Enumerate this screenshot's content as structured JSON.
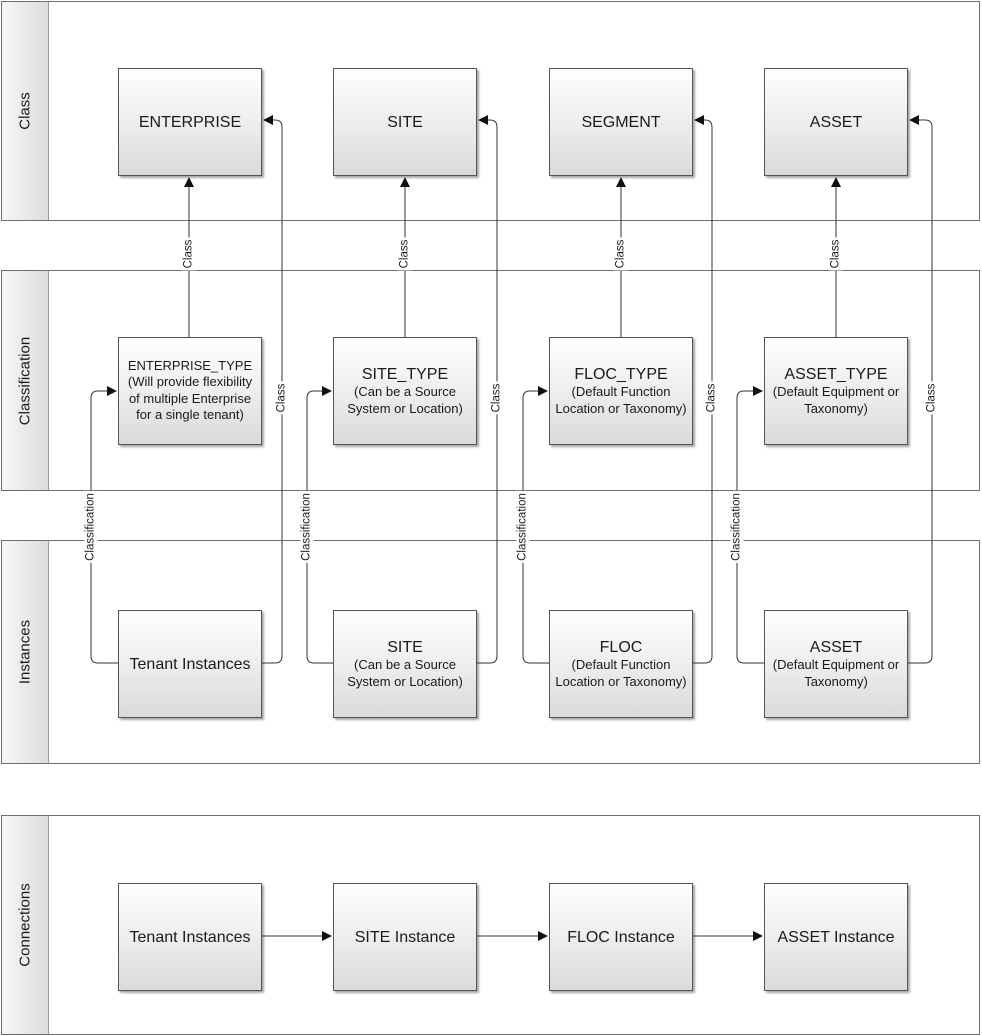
{
  "lanes": {
    "class": "Class",
    "classification": "Classification",
    "instances": "Instances",
    "connections": "Connections"
  },
  "class_boxes": [
    {
      "title": "ENTERPRISE"
    },
    {
      "title": "SITE"
    },
    {
      "title": "SEGMENT"
    },
    {
      "title": "ASSET"
    }
  ],
  "classification_boxes": [
    {
      "title": "ENTERPRISE_TYPE",
      "sub": "(Will provide flexibility of multiple Enterprise for a single tenant)"
    },
    {
      "title": "SITE_TYPE",
      "sub": "(Can be a Source System or Location)"
    },
    {
      "title": "FLOC_TYPE",
      "sub": "(Default Function Location or Taxonomy)"
    },
    {
      "title": "ASSET_TYPE",
      "sub": "(Default Equipment or Taxonomy)"
    }
  ],
  "instance_boxes": [
    {
      "title": "Tenant Instances",
      "sub": ""
    },
    {
      "title": "SITE",
      "sub": "(Can be a Source System or Location)"
    },
    {
      "title": "FLOC",
      "sub": "(Default Function Location or Taxonomy)"
    },
    {
      "title": "ASSET",
      "sub": "(Default Equipment or Taxonomy)"
    }
  ],
  "connection_boxes": [
    {
      "title": "Tenant Instances"
    },
    {
      "title": "SITE Instance"
    },
    {
      "title": "FLOC Instance"
    },
    {
      "title": "ASSET Instance"
    }
  ],
  "edge_labels": {
    "class": "Class",
    "classification": "Classification"
  }
}
